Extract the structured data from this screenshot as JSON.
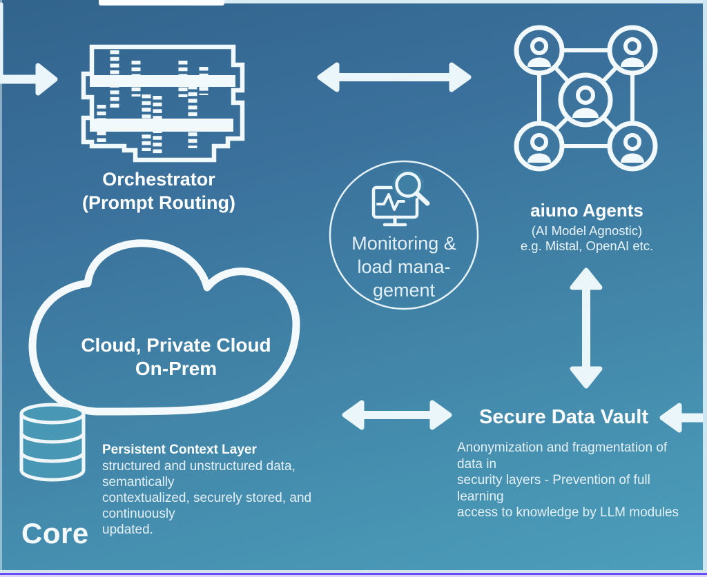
{
  "orchestrator": {
    "title": "Orchestrator",
    "subtitle": "(Prompt Routing)",
    "icon": "machine-gear-rack-icon"
  },
  "agents": {
    "title": "aiuno Agents",
    "subtitle1": "(AI Model Agnostic)",
    "subtitle2": "e.g. Mistal, OpenAI etc.",
    "icon": "agent-network-icon"
  },
  "monitoring": {
    "lines": [
      "Monitoring &",
      "load mana-",
      "gement"
    ],
    "icon": "monitor-magnifier-icon"
  },
  "cloud": {
    "line1": "Cloud, Private Cloud",
    "line2": "On-Prem",
    "icon": "cloud-outline-icon",
    "storage_icon": "database-cylinder-icon"
  },
  "persistent_context": {
    "title": "Persistent Context Layer",
    "lines": [
      "structured and unstructured data, semantically",
      "contextualized, securely stored, and continuously",
      "updated."
    ]
  },
  "secure_vault": {
    "title": "Secure Data Vault",
    "lines": [
      "Anonymization and fragmentation of data in",
      "security layers - Prevention of full learning",
      "access to knowledge by LLM modules"
    ]
  },
  "core_label": "Core",
  "colors": {
    "bg_top": "#32648d",
    "bg_bottom": "#4c9fbb",
    "arrow": "#eaf6fa",
    "edge_strip": "#d7ecf4",
    "accent_line": "#6a4df2",
    "bottom_lavender": "#d9d6f8"
  }
}
